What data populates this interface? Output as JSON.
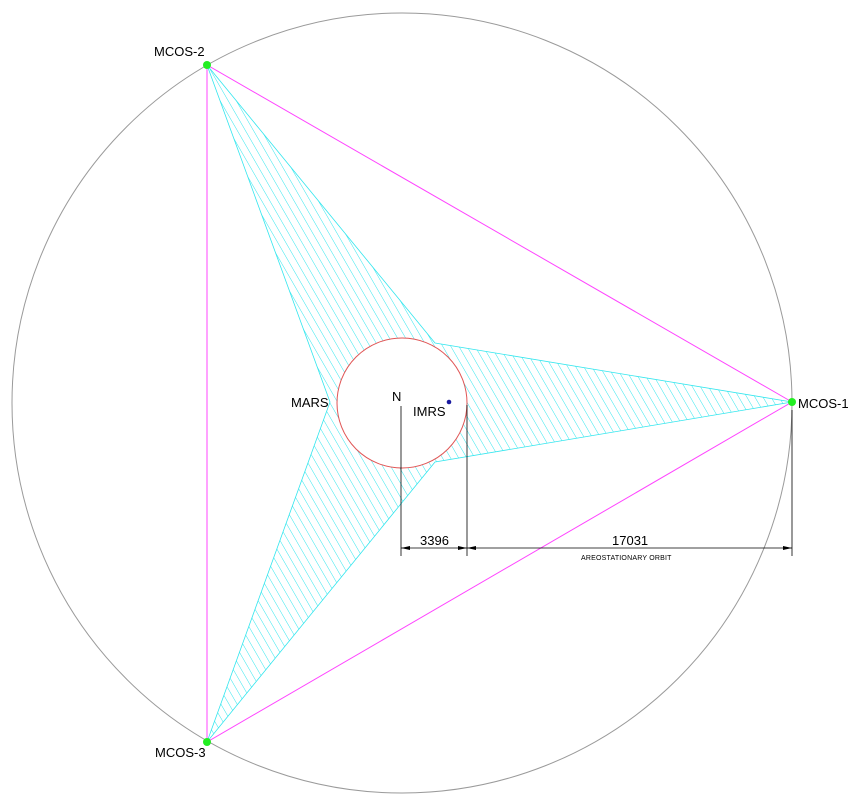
{
  "labels": {
    "mcos1": "MCOS-1",
    "mcos2": "MCOS-2",
    "mcos3": "MCOS-3",
    "mars": "MARS",
    "north": "N",
    "imrs": "IMRS"
  },
  "dimensions": {
    "mars_radius": "3396",
    "orbit_distance": "17031",
    "orbit_caption": "AREOSTATIONARY ORBIT"
  },
  "colors": {
    "orbit": "#9a9a9a",
    "mars_outline": "#e05555",
    "triangle": "#ff44ff",
    "coverage_hatch": "#33e6ee",
    "satellite": "#22ee22",
    "imrs_marker": "#1a1aa0",
    "dimension_line": "#000000"
  }
}
